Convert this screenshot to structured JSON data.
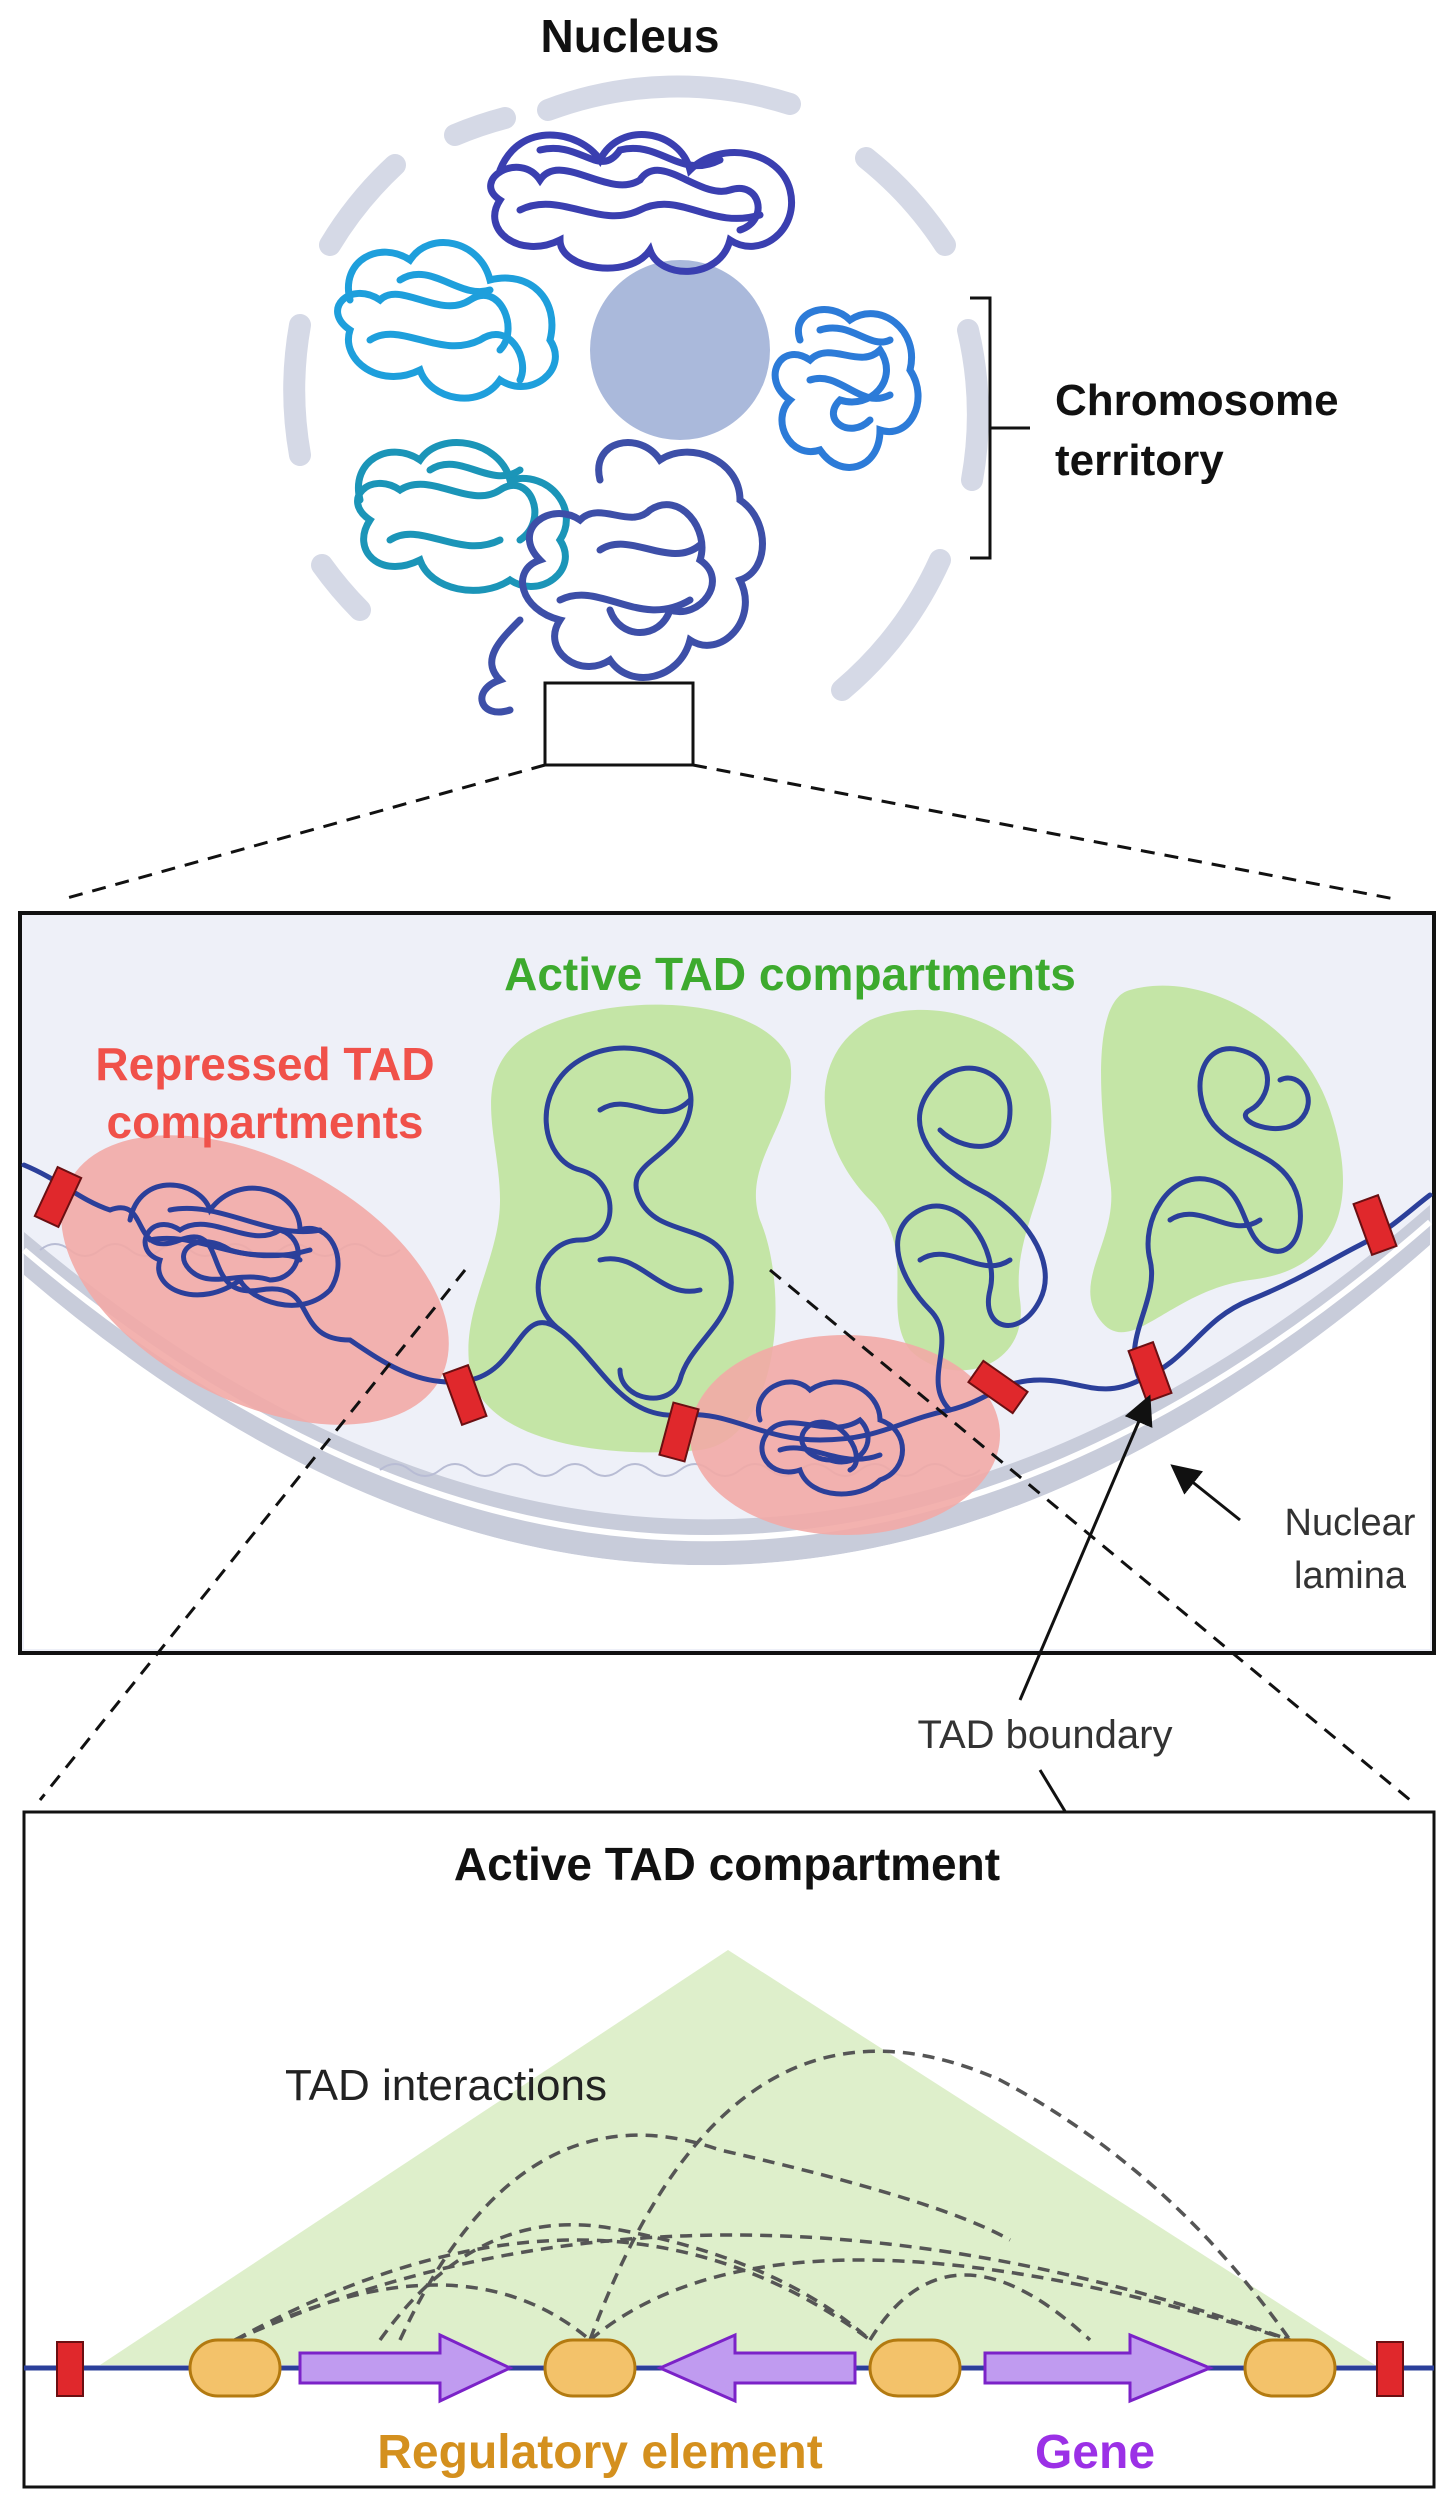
{
  "figure": {
    "nucleus": {
      "title": "Nucleus"
    },
    "territory": {
      "label_line1": "Chromosome",
      "label_line2": "territory"
    },
    "zoom_panel": {
      "active_label": "Active TAD compartments",
      "repressed_line1": "Repressed TAD",
      "repressed_line2": "compartments",
      "lamina_line1": "Nuclear",
      "lamina_line2": "lamina",
      "boundary_label": "TAD boundary"
    },
    "detail_panel": {
      "title": "Active TAD compartment",
      "interactions_label": "TAD interactions",
      "regulatory_label": "Regulatory element",
      "gene_label": "Gene"
    },
    "colors": {
      "active_green": "#3daa2e",
      "repressed_red": "#f0514a",
      "regulatory_orange": "#d4901e",
      "gene_purple": "#9b30e6",
      "chromatin_blue": "#2b3f9a",
      "boundary_red": "#e0282c",
      "green_fill": "#c4e5a6",
      "pink_fill": "#f2aaa6"
    }
  }
}
